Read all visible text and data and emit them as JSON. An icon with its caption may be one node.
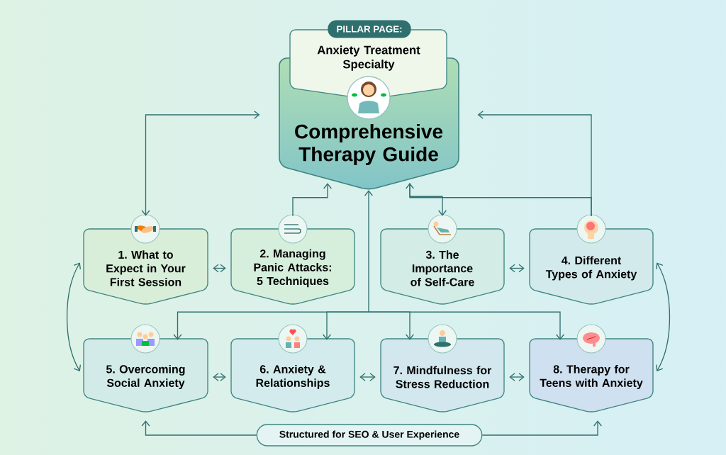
{
  "diagram": {
    "nodes": [
      {
        "text": [
          "PILLAR PAGE:",
          "Anxiety Treatment Specialty"
        ]
      },
      {
        "text": [
          "Comprehensive Therapy Guide"
        ]
      },
      {
        "text": [
          "1. What to Expect in Your First Session"
        ]
      },
      {
        "text": [
          "2. Managing Panic Attacks: 5 Techniques"
        ]
      },
      {
        "text": [
          "3. The Importance of Self-Care"
        ]
      },
      {
        "text": [
          "4. Different Types of Anxiety"
        ]
      },
      {
        "text": [
          "5. Overcoming Social Anxiety"
        ]
      },
      {
        "text": [
          "6. Anxiety & Relationships"
        ]
      },
      {
        "text": [
          "7. Mindfulness for Stress Reduction"
        ]
      },
      {
        "text": [
          "8. Therapy for Teens with Anxiety"
        ]
      },
      {
        "text": [
          "Structured for SEO & User Experience"
        ]
      }
    ],
    "edges": [
      {
        "from": 2,
        "to": 1,
        "arrow": "both"
      },
      {
        "from": 5,
        "to": 1,
        "arrow": "to"
      },
      {
        "from": 3,
        "to": 1,
        "arrow": "to"
      },
      {
        "from": 5,
        "to": 1,
        "arrow": "to"
      },
      {
        "from": 1,
        "to": 4,
        "arrow": "to"
      },
      {
        "from": 1,
        "to": 6,
        "arrow": "both"
      },
      {
        "from": 1,
        "to": 7,
        "arrow": "both"
      },
      {
        "from": 1,
        "to": 8,
        "arrow": "both"
      },
      {
        "from": 1,
        "to": 9,
        "arrow": "both"
      },
      {
        "from": 2,
        "to": 3,
        "arrow": "both"
      },
      {
        "from": 4,
        "to": 5,
        "arrow": "both"
      },
      {
        "from": 6,
        "to": 7,
        "arrow": "both"
      },
      {
        "from": 7,
        "to": 8,
        "arrow": "both"
      },
      {
        "from": 8,
        "to": 9,
        "arrow": "both"
      },
      {
        "from": 2,
        "to": 6,
        "arrow": "both"
      },
      {
        "from": 5,
        "to": 9,
        "arrow": "both"
      },
      {
        "from": 10,
        "to": 6,
        "arrow": "to"
      },
      {
        "from": 10,
        "to": 9,
        "arrow": "to"
      }
    ]
  }
}
